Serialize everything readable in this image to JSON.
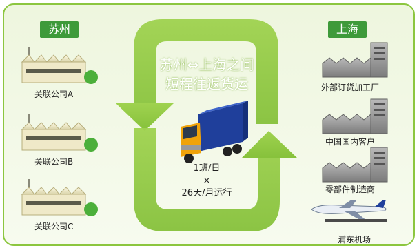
{
  "origin": {
    "city": "苏州",
    "companies": [
      "关联公司A",
      "关联公司B",
      "关联公司C"
    ]
  },
  "destination": {
    "city": "上海",
    "sites": [
      "外部订货加工厂",
      "中国国内客户",
      "零部件制造商",
      "浦东机场"
    ]
  },
  "center": {
    "line1": "苏州⇔上海之间",
    "line2": "短程往返货运"
  },
  "schedule": {
    "per_day": "1班/日",
    "times": "×",
    "per_month": "26天/月运行"
  },
  "colors": {
    "frame_border": "#8cc63f",
    "badge": "#3e9a3a",
    "arrow": "#8cc63f",
    "truck_cab": "#f0a30a",
    "truck_box": "#1f3f9b"
  }
}
